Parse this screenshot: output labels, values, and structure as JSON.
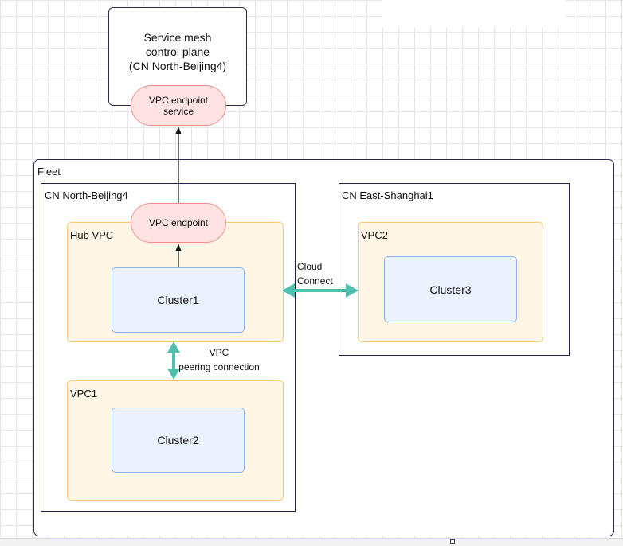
{
  "control_plane": {
    "title_lines": [
      "Service mesh",
      "control plane",
      "(CN North-Beijing4)"
    ],
    "endpoint_service_lines": [
      "VPC endpoint",
      "service"
    ]
  },
  "fleet": {
    "label": "Fleet",
    "regions": [
      {
        "label": "CN North-Beijing4",
        "vpc_endpoint": "VPC endpoint",
        "vpcs": [
          {
            "label": "Hub VPC",
            "cluster": "Cluster1"
          },
          {
            "label": "VPC1",
            "cluster": "Cluster2"
          }
        ],
        "peering_lines": [
          "VPC",
          "peering connection"
        ]
      },
      {
        "label": "CN East-Shanghai1",
        "vpcs": [
          {
            "label": "VPC2",
            "cluster": "Cluster3"
          }
        ]
      }
    ],
    "cloud_connect_lines": [
      "Cloud",
      "Connect"
    ]
  },
  "colors": {
    "teal_connector": "#4fbfae",
    "pill_fill": "#ffe3e3",
    "pill_border": "#f28c8c",
    "vpc_fill": "#fff6e5",
    "vpc_border": "#f7c870",
    "cluster_fill": "#eaf2fd",
    "cluster_border": "#8fb3e6",
    "frame_border": "#2b2b4f"
  }
}
